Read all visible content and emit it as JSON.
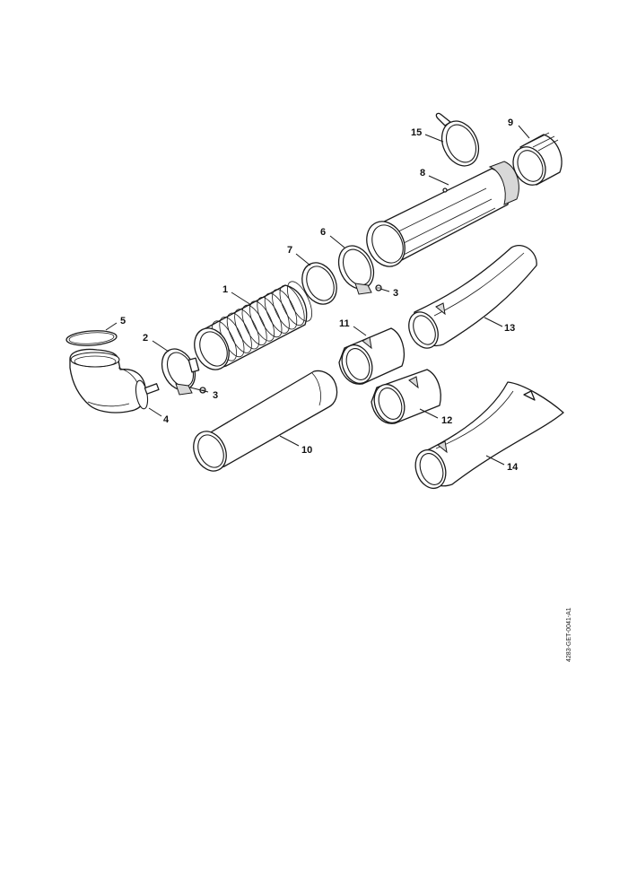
{
  "callouts": [
    {
      "id": "c1",
      "label": "1"
    },
    {
      "id": "c2",
      "label": "2"
    },
    {
      "id": "c3a",
      "label": "3"
    },
    {
      "id": "c3b",
      "label": "3"
    },
    {
      "id": "c4",
      "label": "4"
    },
    {
      "id": "c5",
      "label": "5"
    },
    {
      "id": "c6",
      "label": "6"
    },
    {
      "id": "c7",
      "label": "7"
    },
    {
      "id": "c8",
      "label": "8"
    },
    {
      "id": "c9",
      "label": "9"
    },
    {
      "id": "c10",
      "label": "10"
    },
    {
      "id": "c11",
      "label": "11"
    },
    {
      "id": "c12",
      "label": "12"
    },
    {
      "id": "c13",
      "label": "13"
    },
    {
      "id": "c14",
      "label": "14"
    },
    {
      "id": "c15",
      "label": "15"
    }
  ],
  "document_ref": "4283-GET-0041-A1"
}
